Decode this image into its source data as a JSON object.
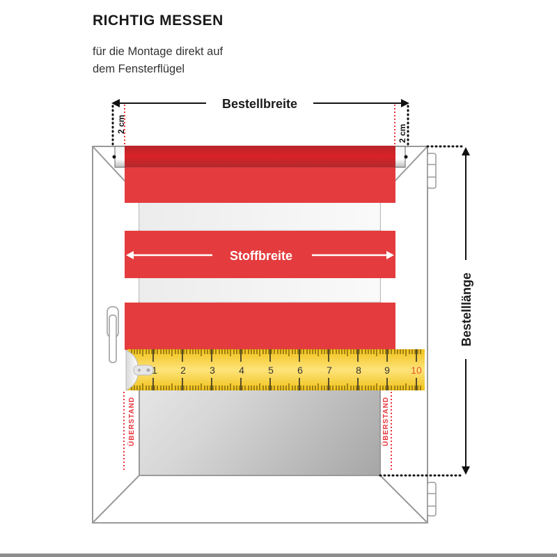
{
  "header": {
    "title": "RICHTIG MESSEN",
    "subtitle_line1": "für die Montage direkt auf",
    "subtitle_line2": "dem Fensterflügel"
  },
  "diagram": {
    "order_width_label": "Bestellbreite",
    "fabric_width_label": "Stoffbreite",
    "order_length_label": "Bestelllänge",
    "offset_left_label": "2 cm",
    "offset_right_label": "2 cm",
    "overhang_left_label": "ÜBERSTAND",
    "overhang_right_label": "ÜBERSTAND",
    "tape_measure": {
      "marks": [
        "1",
        "2",
        "3",
        "4",
        "5",
        "6",
        "7",
        "8",
        "9",
        "10"
      ],
      "highlight_mark": "10"
    },
    "colors": {
      "blind_red": "#e43c3e",
      "roller_red": "#c8262b",
      "tape_yellow": "#f6cf2e",
      "tape_highlight_text": "#e8572b",
      "dotted_red": "#e8343b",
      "frame_gray": "#9a9a9a"
    }
  }
}
